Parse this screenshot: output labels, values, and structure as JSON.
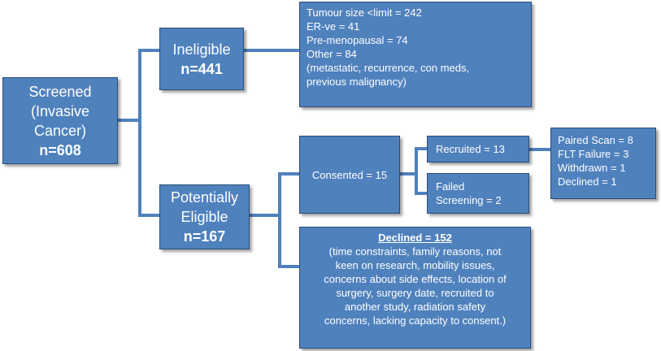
{
  "colors": {
    "box_fill": "#4f81bd",
    "box_border": "#2c4d75",
    "connector": "#4f81bd",
    "text": "#ffffff"
  },
  "screened": {
    "lines": [
      "Screened",
      "(Invasive",
      "Cancer)"
    ],
    "count": "n=608"
  },
  "ineligible": {
    "label": "Ineligible",
    "count": "n=441"
  },
  "ineligible_reasons": {
    "items": [
      "Tumour size <limit = 242",
      "ER-ve = 41",
      "Pre-menopausal = 74",
      "Other = 84"
    ],
    "note_lines": [
      "(metastatic, recurrence, con meds,",
      "previous malignancy)"
    ]
  },
  "potentially_eligible": {
    "lines": [
      "Potentially",
      "Eligible"
    ],
    "count": "n=167"
  },
  "consented": {
    "label": "Consented = 15"
  },
  "recruited": {
    "label": "Recruited = 13"
  },
  "failed_screening": {
    "lines": [
      "Failed",
      "Screening = 2"
    ]
  },
  "recruited_outcomes": {
    "items": [
      "Paired Scan = 8",
      "FLT Failure = 3",
      "Withdrawn = 1",
      "Declined = 1"
    ]
  },
  "declined": {
    "title": "Declined = 152",
    "detail_lines": [
      "(time constraints, family reasons, not",
      "keen on research, mobility issues,",
      "concerns about side effects, location of",
      "surgery, surgery date, recruited to",
      "another study, radiation safety",
      "concerns, lacking capacity to consent.)"
    ]
  }
}
